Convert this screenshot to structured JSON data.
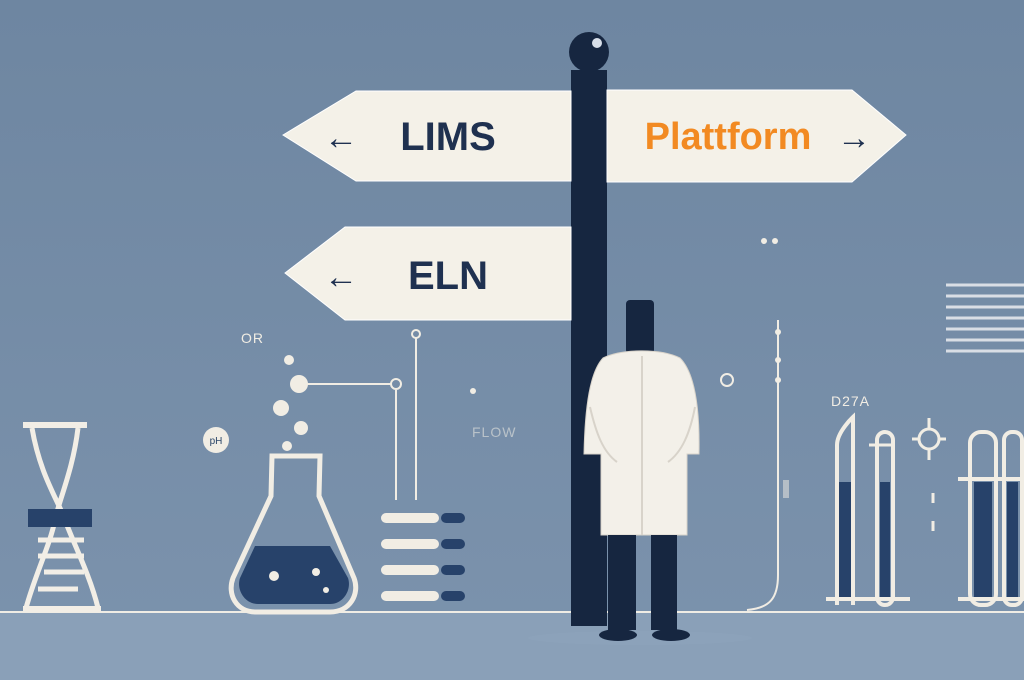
{
  "signs": {
    "lims": "LIMS",
    "platform": "Plattform",
    "eln": "ELN"
  },
  "arrows": {
    "left": "←",
    "right": "→"
  },
  "labels": {
    "or": "OR",
    "flow": "FLOW",
    "d27a": "D27A",
    "ph": "pH"
  },
  "colors": {
    "background": "#6f87a2",
    "sign_board": "#f4f1e8",
    "sign_text": "#1f3150",
    "accent": "#f28a22",
    "pole": "#162640",
    "coat": "#f3f0e9"
  }
}
